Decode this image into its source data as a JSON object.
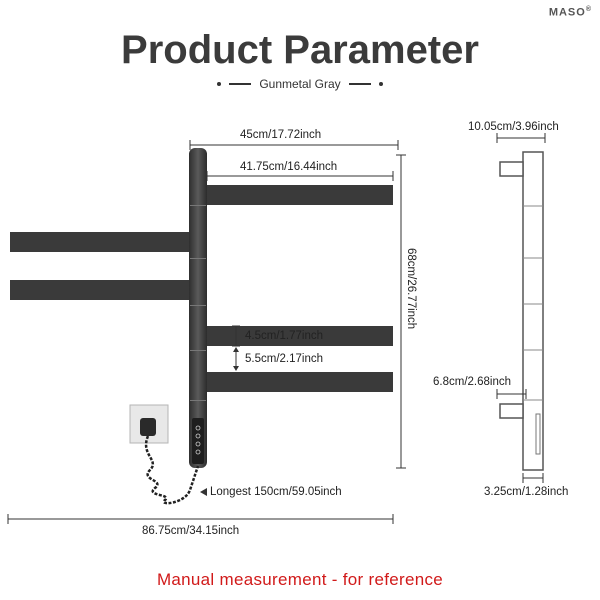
{
  "brand": {
    "name": "MASO",
    "mark": "®"
  },
  "header": {
    "title": "Product Parameter",
    "subtitle": "Gunmetal Gray"
  },
  "dimensions": {
    "overall_height": "68cm/26.77inch",
    "top_width": "45cm/17.72inch",
    "bar_width": "41.75cm/16.44inch",
    "bar_gap": "4.5cm/1.77inch",
    "bar_spacing": "5.5cm/2.17inch",
    "cable_length": "Longest 150cm/59.05inch",
    "total_width": "86.75cm/34.15inch",
    "side_top_depth": "10.05cm/3.96inch",
    "side_mid_depth": "6.8cm/2.68inch",
    "side_bottom_depth": "3.25cm/1.28inch"
  },
  "footer": {
    "note": "Manual measurement - for reference"
  },
  "colors": {
    "gunmetal": "#3a3a3a",
    "note_red": "#d11a1a"
  }
}
